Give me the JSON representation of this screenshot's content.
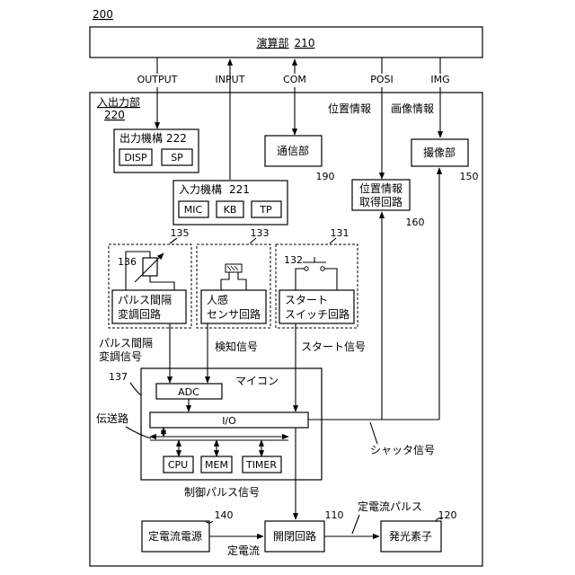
{
  "figure_number": "200",
  "calc": {
    "label": "演算部",
    "ref": "210"
  },
  "signals_top": {
    "output": "OUTPUT",
    "input": "INPUT",
    "com": "COM",
    "posi": "POSI",
    "img": "IMG"
  },
  "io": {
    "label": "入出力部",
    "ref": "220"
  },
  "output_mech": {
    "label": "出力機構",
    "ref": "222",
    "disp": "DISP",
    "sp": "SP"
  },
  "input_mech": {
    "label": "入力機構",
    "ref": "221",
    "mic": "MIC",
    "kb": "KB",
    "tp": "TP"
  },
  "comm": {
    "label": "通信部",
    "ref": "190"
  },
  "pos_info_label": "位置情報",
  "img_info_label": "画像情報",
  "imaging": {
    "label": "撮像部",
    "ref": "150"
  },
  "pos_circuit": {
    "line1": "位置情報",
    "line2": "取得回路",
    "ref": "160"
  },
  "pulse": {
    "ref": "135",
    "sub_ref": "136",
    "line1": "パルス間隔",
    "line2": "変調回路"
  },
  "sensor": {
    "ref": "133",
    "line1": "人感",
    "line2": "センサ回路"
  },
  "start": {
    "ref": "131",
    "sub_ref": "132",
    "line1": "スタート",
    "line2": "スイッチ回路"
  },
  "sig_pulse": {
    "line1": "パルス間隔",
    "line2": "変調信号"
  },
  "sig_detect": "検知信号",
  "sig_start": "スタート信号",
  "micom": {
    "label": "マイコン",
    "ref": "137",
    "adc": "ADC",
    "io": "I/O",
    "cpu": "CPU",
    "mem": "MEM",
    "timer": "TIMER"
  },
  "bus_label": "伝送路",
  "shutter_signal": "シャッタ信号",
  "control_pulse": "制御パルス信号",
  "const_current_pulse": "定電流パルス",
  "ccs": {
    "label": "定電流電源",
    "ref": "140"
  },
  "sw": {
    "label": "開閉回路",
    "ref": "110"
  },
  "led": {
    "label": "発光素子",
    "ref": "120"
  },
  "const_current": "定電流"
}
